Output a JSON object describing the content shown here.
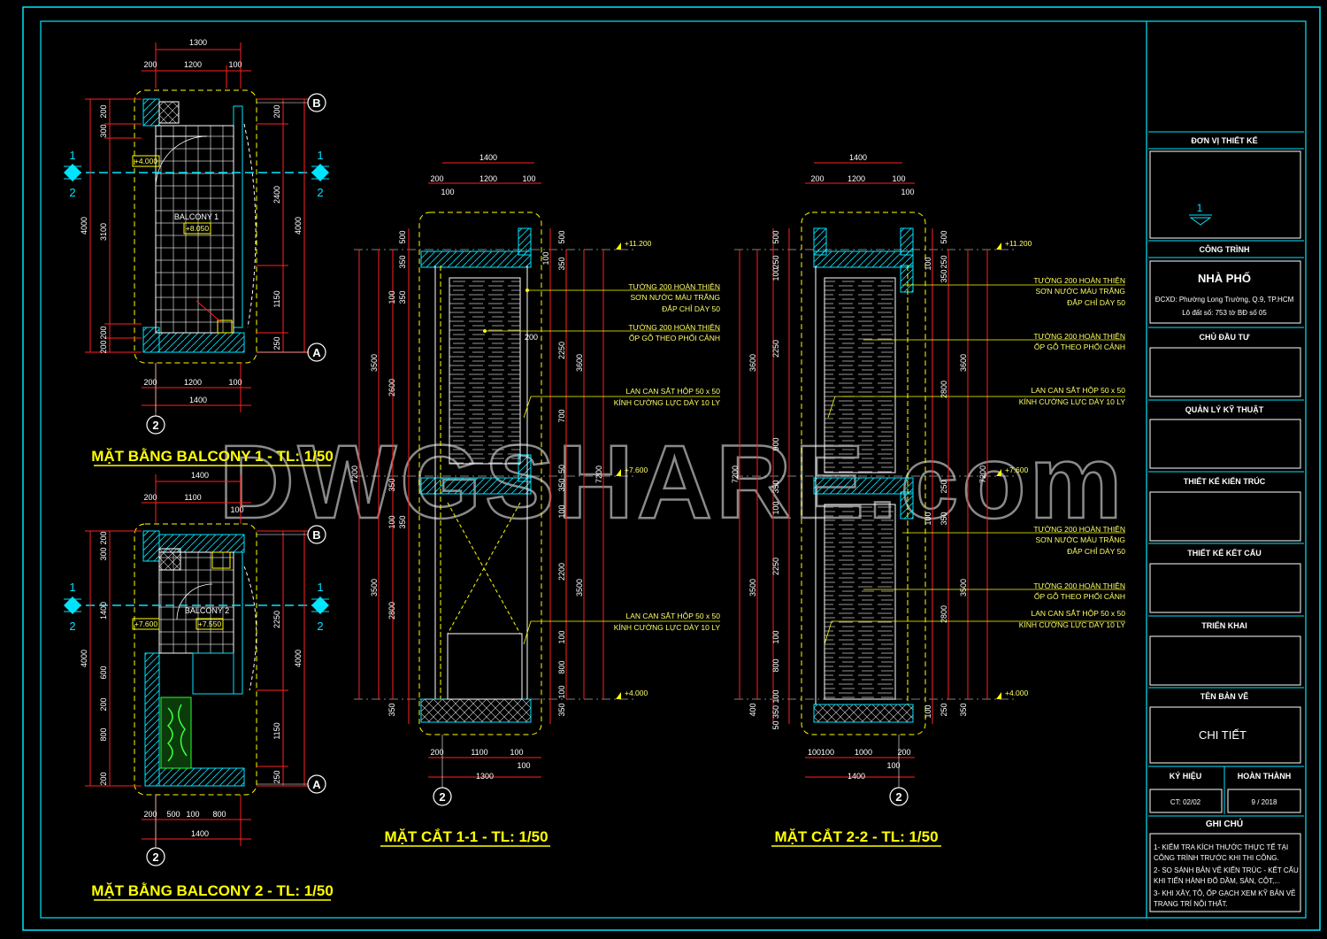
{
  "watermark": "DWGSHARE.com",
  "plan1": {
    "title": "MẶT BẰNG BALCONY 1 - TL: 1/50",
    "room": "BALCONY 1",
    "room_level": "+8.050",
    "level": "+4.000",
    "top_dims": [
      "1300",
      "200",
      "1200",
      "100"
    ],
    "bottom_dims": [
      "200",
      "1200",
      "100",
      "1400"
    ],
    "left_dims": [
      "4000",
      "200",
      "300",
      "3100",
      "200",
      "200"
    ],
    "right_dims": [
      "200",
      "2400",
      "1150",
      "250",
      "4000"
    ],
    "axis_top": "B",
    "axis_bottom": "A",
    "axis_grid": "2",
    "cut_up": "1",
    "cut_down": "2"
  },
  "plan2": {
    "title": "MẶT BẰNG BALCONY 2 - TL: 1/50",
    "room": "BALCONY 2",
    "room_level": "+7.550",
    "level": "+7.600",
    "top_dims": [
      "1400",
      "200",
      "1100",
      "100"
    ],
    "bottom_dims": [
      "200",
      "500",
      "100",
      "800",
      "1400"
    ],
    "left_dims": [
      "4000",
      "300",
      "200",
      "1400",
      "600",
      "200",
      "800",
      "200"
    ],
    "right_dims": [
      "2250",
      "1150",
      "250",
      "4000"
    ],
    "axis_top": "B",
    "axis_bottom": "A",
    "axis_grid": "2",
    "cut_up": "1",
    "cut_down": "2"
  },
  "section1": {
    "title": "MẶT CẮT 1-1 - TL: 1/50",
    "axis": "2",
    "top_dims": [
      "1400",
      "200",
      "1200",
      "100",
      "100"
    ],
    "bottom_dims": [
      "200",
      "1100",
      "100",
      "100",
      "1300"
    ],
    "left_dims": [
      "500",
      "350",
      "100",
      "350",
      "2600",
      "3500",
      "350",
      "100",
      "350",
      "2800",
      "3500",
      "350",
      "7200"
    ],
    "right_dims": [
      "500",
      "100",
      "350",
      "2250",
      "200",
      "700",
      "50",
      "350",
      "100",
      "2200",
      "100",
      "800",
      "100",
      "350",
      "3600",
      "3500",
      "7200"
    ],
    "levels": [
      "+11.200",
      "+7.600",
      "+4.000"
    ],
    "notes": [
      [
        "TƯỜNG 200 HOÀN THIỆN",
        "SƠN NƯỚC MÀU TRẮNG",
        "ĐẮP CHỈ DÀY 50"
      ],
      [
        "TƯỜNG 200 HOÀN THIỆN",
        "ỐP GỖ THEO PHỐI CẢNH"
      ],
      [
        "LAN CAN SẮT HỘP 50 x 50",
        "KÍNH CƯỜNG LỰC DÀY 10 LY"
      ],
      [
        "LAN CAN SẮT HỘP 50 x 50",
        "KÍNH CƯỜNG LỰC DÀY 10 LY"
      ]
    ],
    "label_200": "200"
  },
  "section2": {
    "title": "MẶT CẮT 2-2 - TL: 1/50",
    "axis": "2",
    "top_dims": [
      "1400",
      "200",
      "1200",
      "100",
      "100"
    ],
    "bottom_dims": [
      "100100",
      "1000",
      "200",
      "100",
      "1400"
    ],
    "left_dims": [
      "500",
      "250",
      "100",
      "2250",
      "3600",
      "900",
      "350",
      "100",
      "2250",
      "100",
      "800",
      "3500",
      "7200",
      "400",
      "50 350 100"
    ],
    "right_dims": [
      "500",
      "100",
      "350",
      "250",
      "2800",
      "3600",
      "250",
      "100",
      "350",
      "2800",
      "3500",
      "250",
      "100",
      "350",
      "7200"
    ],
    "levels": [
      "+11.200",
      "+7.600",
      "+4.000"
    ],
    "notes": [
      [
        "TƯỜNG 200 HOÀN THIỆN",
        "SƠN NƯỚC MÀU TRẮNG",
        "ĐẮP CHỈ DÀY 50"
      ],
      [
        "TƯỜNG 200 HOÀN THIỆN",
        "ỐP GỖ THEO PHỐI CẢNH"
      ],
      [
        "LAN CAN SẮT HỘP 50 x 50",
        "KÍNH CƯỜNG LỰC DÀY 10 LY"
      ],
      [
        "TƯỜNG 200 HOÀN THIỆN",
        "SƠN NƯỚC MÀU TRẮNG",
        "ĐẮP CHỈ DÀY 50"
      ],
      [
        "TƯỜNG 200 HOÀN THIỆN",
        "ỐP GỖ THEO PHỐI CẢNH"
      ],
      [
        "LAN CAN SẮT HỘP 50 x 50",
        "KÍNH CƯỜNG LỰC DÀY 10 LY"
      ]
    ]
  },
  "titleblock": {
    "design_unit": "ĐƠN VỊ THIẾT KẾ",
    "logo_num": "1",
    "project_label": "CÔNG TRÌNH",
    "project_name": "NHÀ PHỐ",
    "address1": "ĐCXD:  Phường Long Trường, Q.9, TP.HCM",
    "address2": "Lô đất số: 753 tờ BĐ số 05",
    "owner": "CHỦ ĐẦU TƯ",
    "tech_mgr": "QUẢN LÝ KỸ THUẬT",
    "arch": "THIẾT KẾ KIẾN TRÚC",
    "struct": "THIẾT KẾ KẾT CẤU",
    "deploy": "TRIỂN KHAI",
    "drawing_name_label": "TÊN BẢN VẼ",
    "drawing_name": "CHI TIẾT",
    "code_label": "KÝ HIỆU",
    "done_label": "HOÀN THÀNH",
    "code": "CT: 02/02",
    "date": "9 / 2018",
    "notes_label": "GHI CHÚ",
    "notes": [
      "1- KIỂM TRA KÍCH THƯỚC THỰC TẾ TẠI",
      "    CÔNG TRÌNH TRƯỚC KHI THI CÔNG.",
      "2- SO SÁNH BẢN VẼ KIẾN TRÚC - KẾT CẤU",
      "    KHI TIẾN HÀNH ĐỔ DẦM, SÀN, CỘT,...",
      "3- KHI XÂY, TÔ, ỐP GẠCH XEM KỸ BẢN VẼ",
      "    TRANG TRÍ NỘI THẤT."
    ]
  },
  "colors": {
    "background": "#000000",
    "frame": "#00e5ff",
    "dimension": "#ff2020",
    "annotation": "#ffff00",
    "text": "#ffffff"
  }
}
